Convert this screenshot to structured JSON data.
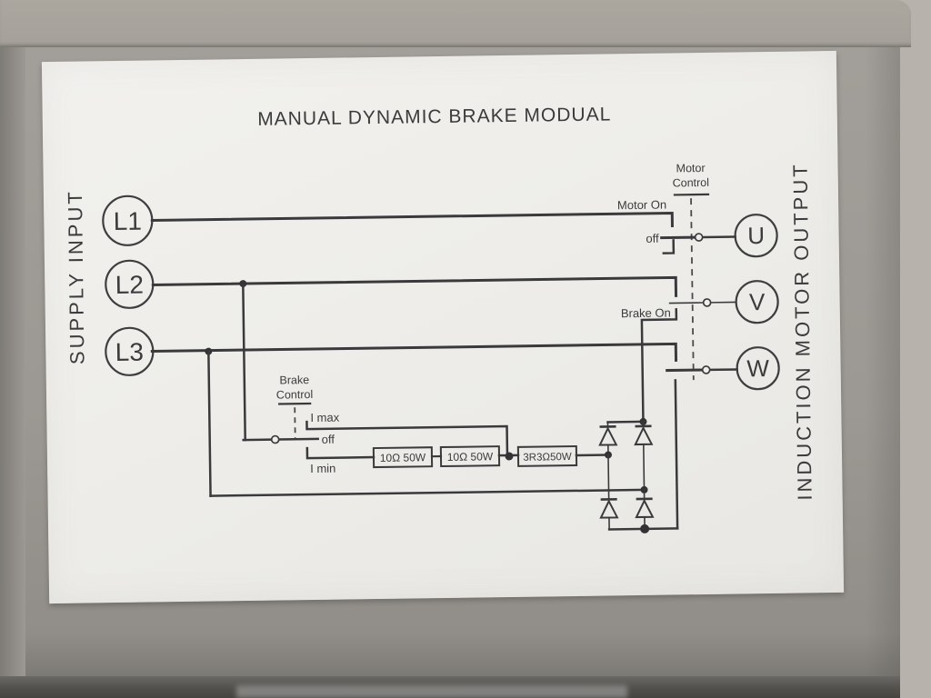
{
  "title": "MANUAL DYNAMIC BRAKE MODUAL",
  "side_labels": {
    "left": "SUPPLY INPUT",
    "right": "INDUCTION MOTOR OUTPUT"
  },
  "terminals": {
    "inputs": [
      "L1",
      "L2",
      "L3"
    ],
    "outputs": [
      "U",
      "V",
      "W"
    ]
  },
  "motor_switch": {
    "control_line1": "Motor",
    "control_line2": "Control",
    "on_label": "Motor On",
    "off_label": "off"
  },
  "brake_switch": {
    "on_label": "Brake On",
    "control_line1": "Brake",
    "control_line2": "Control",
    "max_label": "I max",
    "off_label": "off",
    "min_label": "I min"
  },
  "resistors": [
    "10Ω 50W",
    "10Ω 50W",
    "3R3Ω50W"
  ],
  "colors": {
    "label_background": "#eeede9",
    "enclosure": "#9c9893",
    "wall": "#b5b0a9",
    "line": "#3a3a3c"
  }
}
